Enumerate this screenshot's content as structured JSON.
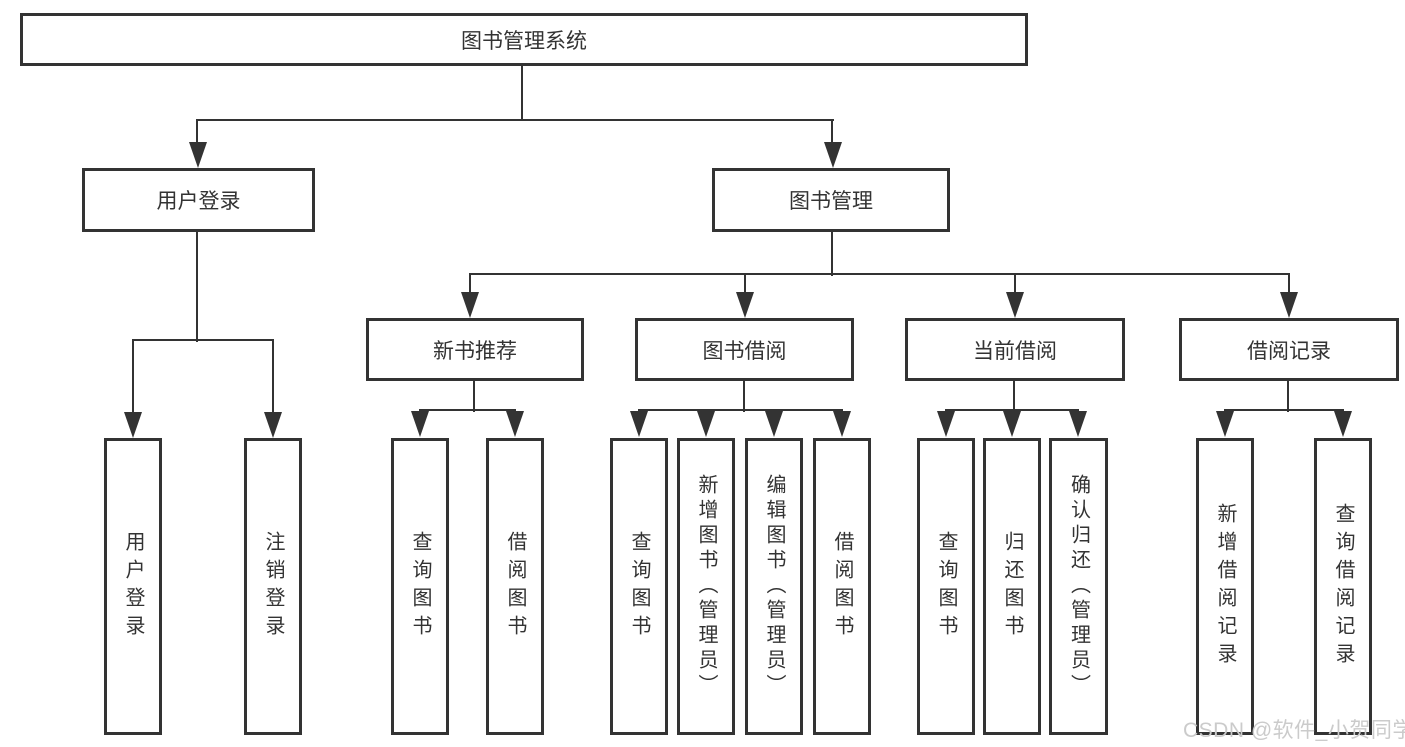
{
  "tree": {
    "label": "图书管理系统",
    "children": [
      {
        "label": "用户登录",
        "children": [
          {
            "label": "用户登录"
          },
          {
            "label": "注销登录"
          }
        ]
      },
      {
        "label": "图书管理",
        "children": [
          {
            "label": "新书推荐",
            "children": [
              {
                "label": "查询图书"
              },
              {
                "label": "借阅图书"
              }
            ]
          },
          {
            "label": "图书借阅",
            "children": [
              {
                "label": "查询图书"
              },
              {
                "label": "新增图书（管理员）"
              },
              {
                "label": "编辑图书（管理员）"
              },
              {
                "label": "借阅图书"
              }
            ]
          },
          {
            "label": "当前借阅",
            "children": [
              {
                "label": "查询图书"
              },
              {
                "label": "归还图书"
              },
              {
                "label": "确认归还（管理员）"
              }
            ]
          },
          {
            "label": "借阅记录",
            "children": [
              {
                "label": "新增借阅记录"
              },
              {
                "label": "查询借阅记录"
              }
            ]
          }
        ]
      }
    ]
  },
  "watermark": {
    "text": "CSDN @软件_小贺同学",
    "color": "#cbcbcb"
  },
  "colors": {
    "line": "#333333",
    "text": "#333333",
    "background": "#ffffff"
  }
}
